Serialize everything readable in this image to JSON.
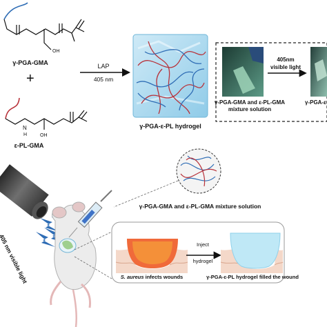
{
  "molecules": {
    "pga_gma": "γ-PGA-GMA",
    "plus": "+",
    "pl_gma": "ε-PL-GMA",
    "oh_1": "OH",
    "oh_2": "OH",
    "nh": "N",
    "h": "H"
  },
  "reaction": {
    "catalyst": "LAP",
    "wavelength": "405 nm"
  },
  "hydrogel_label": "γ-PGA-ε-PL hydrogel",
  "photo_panel": {
    "arrow_line1": "405nm",
    "arrow_line2": "visible light",
    "left_caption_line1": "γ-PGA-GMA and ε-PL-GMA",
    "left_caption_line2": "mixture solution",
    "right_caption": "γ-PGA-ε-P"
  },
  "mixture_label": "γ-PGA-GMA and ε-PL-GMA mixture solution",
  "light_source_label": "405 nm visible light",
  "wound_panel": {
    "infected_prefix": "S. aureus",
    "infected_suffix": " infects wounds",
    "inject_line1": "Inject",
    "inject_line2": "hydrogel",
    "filled_caption": "γ-PGA-ε-PL hydrogel filled the wound"
  },
  "colors": {
    "pga_chain": "#2f6db5",
    "pl_chain": "#b8323a",
    "hydrogel_fill": "#a9d8ef",
    "wound_infected": "#f06a3a",
    "wound_filled": "#bfe8f6"
  }
}
